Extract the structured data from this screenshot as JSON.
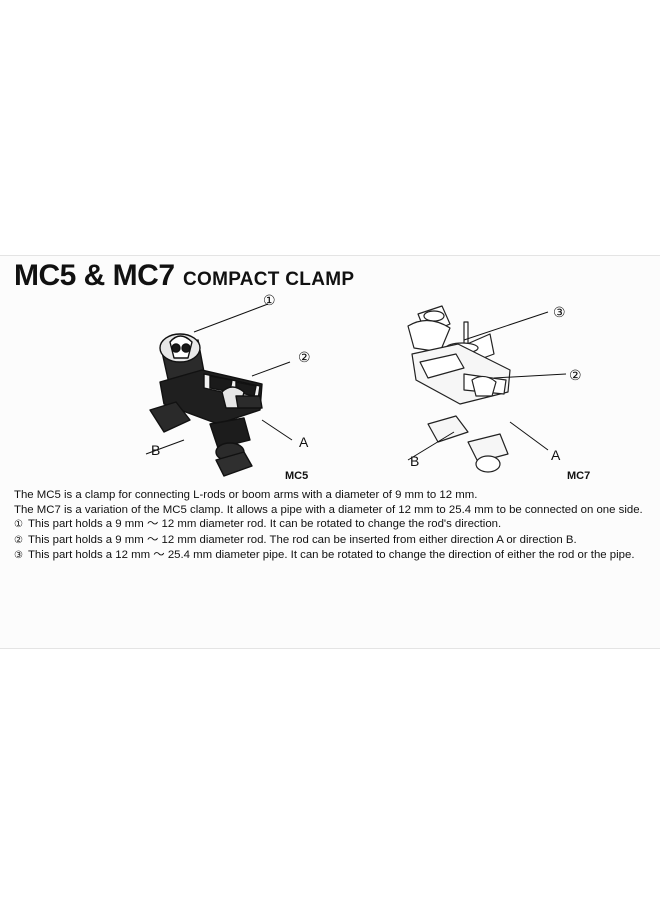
{
  "title": {
    "main": "MC5 & MC7",
    "sub": "COMPACT CLAMP"
  },
  "figures": {
    "mc5": {
      "label": "MC5",
      "callouts": {
        "one": "①",
        "two": "②",
        "a": "A",
        "b": "B"
      }
    },
    "mc7": {
      "label": "MC7",
      "callouts": {
        "two": "②",
        "three": "③",
        "a": "A",
        "b": "B"
      }
    }
  },
  "description": {
    "intro": [
      "The MC5 is a clamp for connecting L-rods or boom arms with a diameter of 9 mm to 12 mm.",
      "The MC7 is a variation of the MC5 clamp. It allows a pipe with a diameter of 12 mm to 25.4 mm to be connected on one side."
    ],
    "parts": [
      {
        "marker": "①",
        "text": "This part holds a 9 mm ～ 12 mm diameter rod. It can be rotated to change the rod's direction."
      },
      {
        "marker": "②",
        "text": "This part holds a 9 mm ～ 12 mm diameter rod. The rod can be inserted from either direction A or direction B."
      },
      {
        "marker": "③",
        "text": "This part holds a 12 mm ～ 25.4 mm diameter pipe. It can be rotated to change the direction of either the rod or the pipe."
      }
    ]
  }
}
